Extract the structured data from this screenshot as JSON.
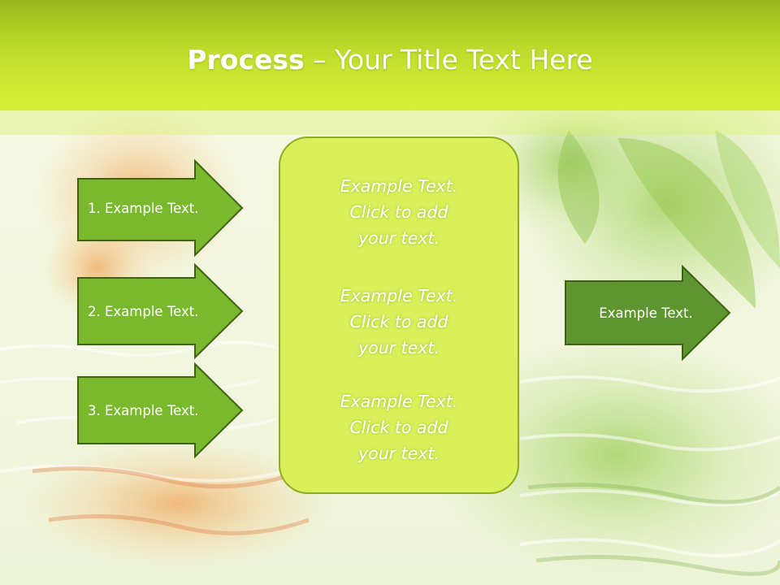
{
  "slide": {
    "title_bold": "Process",
    "title_rest": " – Your Title Text Here"
  },
  "left_arrows": [
    {
      "label": "1. Example Text."
    },
    {
      "label": "2. Example Text."
    },
    {
      "label": "3. Example Text."
    }
  ],
  "center_box": {
    "blocks": [
      {
        "lines": [
          "Example Text.",
          "Click  to add",
          "your text."
        ]
      },
      {
        "lines": [
          "Example Text.",
          "Click  to add",
          "your text."
        ]
      },
      {
        "lines": [
          "Example Text.",
          "Click  to add",
          "your text."
        ]
      }
    ]
  },
  "right_arrow": {
    "label": "Example Text."
  },
  "colors": {
    "header": "#b7d628",
    "arrow_fill": "#7ab82e",
    "arrow_stroke": "#3f6213",
    "right_arrow_fill": "#5e9530",
    "center_fill": "#daf05a",
    "center_stroke": "#8fad1e"
  }
}
